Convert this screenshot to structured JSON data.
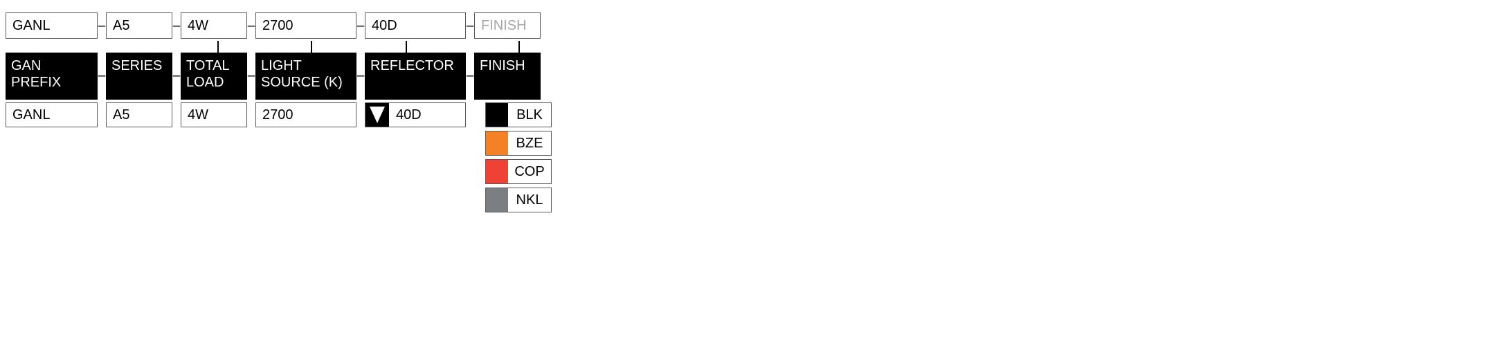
{
  "product_code": {
    "segments": [
      {
        "value": "GANL",
        "placeholder": false,
        "width": 133
      },
      {
        "value": "A5",
        "placeholder": false,
        "width": 96
      },
      {
        "value": "4W",
        "placeholder": false,
        "width": 96
      },
      {
        "value": "2700",
        "placeholder": false,
        "width": 146
      },
      {
        "value": "40D",
        "placeholder": false,
        "width": 146
      },
      {
        "value": "FINISH",
        "placeholder": true,
        "width": 96
      }
    ],
    "separator": "–"
  },
  "headers": {
    "separator": "–",
    "items": [
      {
        "label": "GAN\nPREFIX",
        "width": 133
      },
      {
        "label": "SERIES",
        "width": 96
      },
      {
        "label": "TOTAL\nLOAD",
        "width": 96
      },
      {
        "label": "LIGHT\nSOURCE (K)",
        "width": 146
      },
      {
        "label": "REFLECTOR",
        "width": 146
      },
      {
        "label": "FINISH",
        "width": 96
      }
    ]
  },
  "selections": {
    "gan_prefix": "GANL",
    "series": "A5",
    "total_load": "4W",
    "light_source": "2700",
    "reflector": "40D",
    "reflector_marker": "dropdown-triangle"
  },
  "finish_options": [
    {
      "code": "BLK",
      "color": "#000000"
    },
    {
      "code": "BZE",
      "color": "#F58025"
    },
    {
      "code": "COP",
      "color": "#EF4136"
    },
    {
      "code": "NKL",
      "color": "#7B7F83"
    }
  ],
  "colors": {
    "header_bg": "#000000",
    "header_text": "#ffffff",
    "border": "#5a5a5a",
    "placeholder_text": "#a8a8a8",
    "page_bg": "#ffffff"
  }
}
